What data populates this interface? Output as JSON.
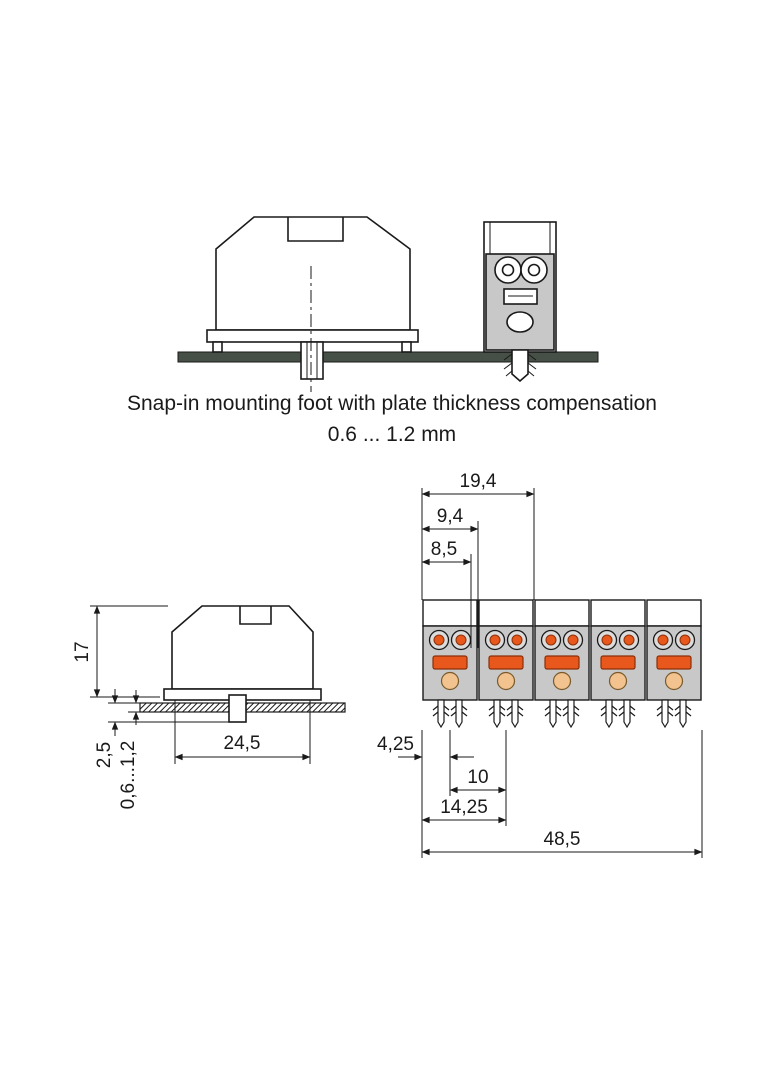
{
  "caption": {
    "line1": "Snap-in mounting foot with plate thickness compensation",
    "line2": "0.6 ... 1.2 mm"
  },
  "side_view_dims": {
    "height": "17",
    "compensation": "2,5",
    "plate_thickness": "0,6...1,2",
    "width": "24,5"
  },
  "front_view_dims": {
    "depth_total": "19,4",
    "depth_upper": "9,4",
    "depth_lower": "8,5",
    "edge_to_first_pole": "4,25",
    "pole_pitch": "10",
    "edge_to_second_pole": "14,25",
    "total_width": "48,5"
  },
  "colors": {
    "line": "#1a1a1a",
    "body-gray": "#c8c8c8",
    "ring-gray": "#dcdcdc",
    "clamp-orange": "#e8581d",
    "clamp-orange-dark": "#8a2f08",
    "port-tan": "#f2c28f",
    "port-tan-dark": "#7a5a2a",
    "plate-dark": "#465046"
  }
}
